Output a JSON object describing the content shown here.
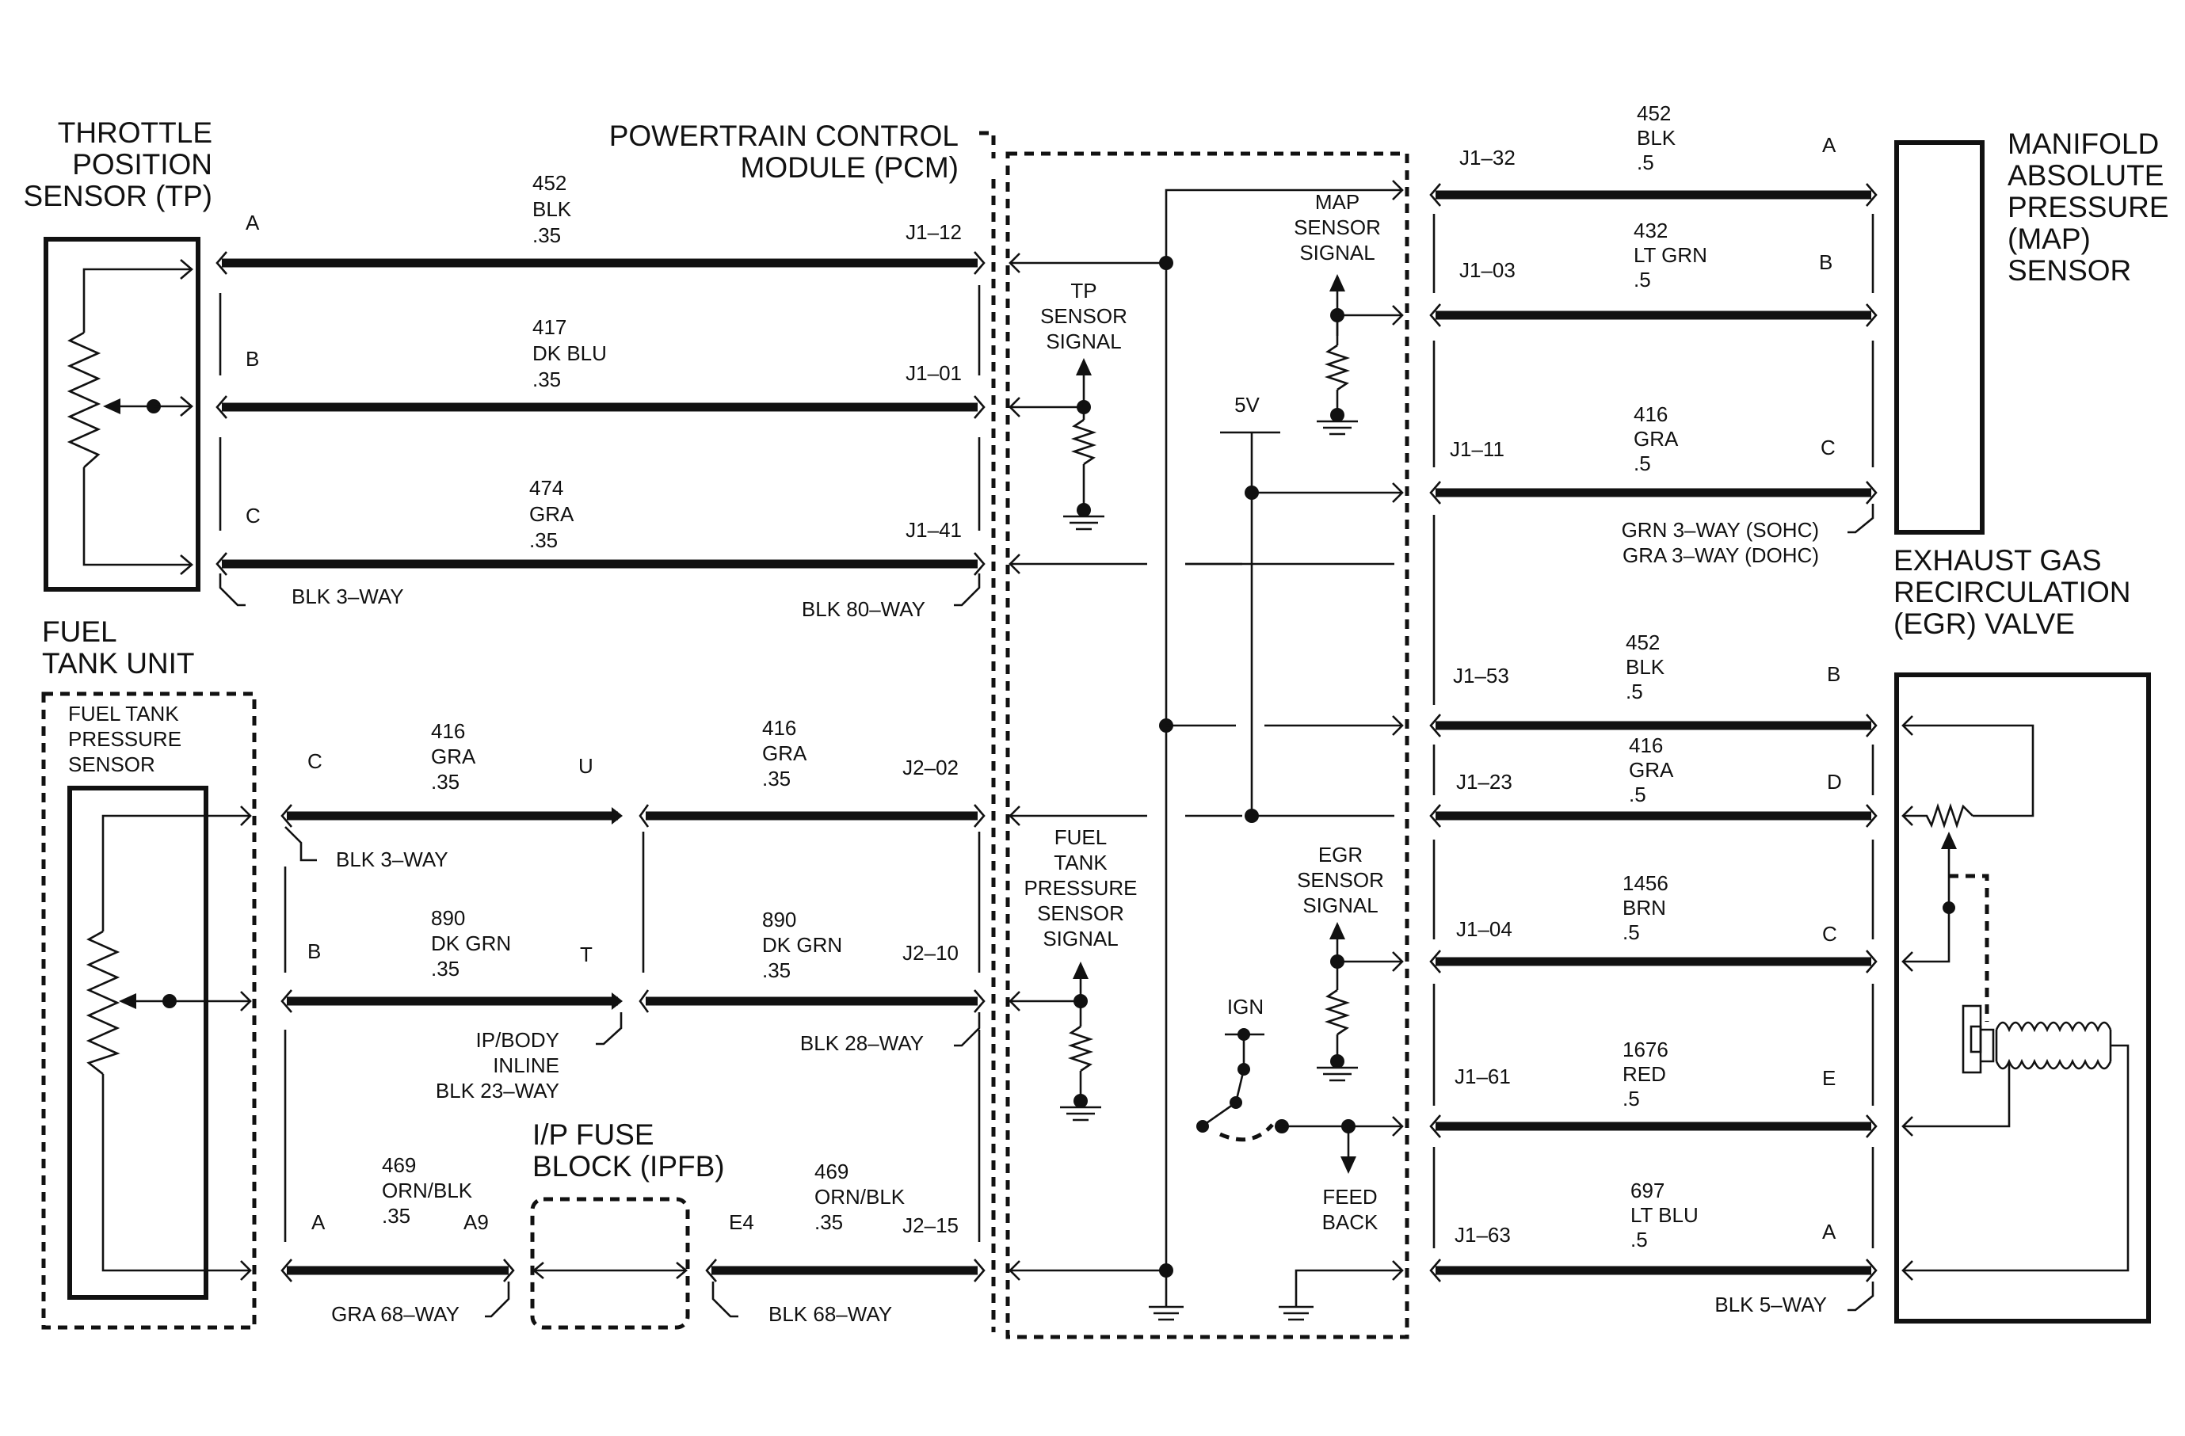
{
  "components": {
    "tp_sensor": "THROTTLE\nPOSITION\nSENSOR (TP)",
    "pcm": "POWERTRAIN CONTROL\nMODULE (PCM)",
    "map_sensor": "MANIFOLD\nABSOLUTE\nPRESSURE\n(MAP)\nSENSOR",
    "egr_valve": "EXHAUST GAS\nRECIRCULATION\n(EGR) VALVE",
    "fuel_tank_unit": "FUEL\nTANK UNIT",
    "fuel_tank_pressure_sensor": "FUEL TANK\nPRESSURE\nSENSOR",
    "ipfb": "I/P FUSE\nBLOCK (IPFB)"
  },
  "pcm_internal": {
    "tp_signal": "TP\nSENSOR\nSIGNAL",
    "map_signal": "MAP\nSENSOR\nSIGNAL",
    "fuel_signal": "FUEL\nTANK\nPRESSURE\nSENSOR\nSIGNAL",
    "egr_signal": "EGR\nSENSOR\nSIGNAL",
    "five_volt": "5V",
    "ign": "IGN",
    "feedback": "FEED\nBACK"
  },
  "left_wires": [
    {
      "pin": "A",
      "circuit": "452\nBLK\n.35",
      "terminal": "J1–12"
    },
    {
      "pin": "B",
      "circuit": "417\nDK BLU\n.35",
      "terminal": "J1–01"
    },
    {
      "pin": "C",
      "circuit": "474\nGRA\n.35",
      "terminal": "J1–41"
    }
  ],
  "fuel_wires": [
    {
      "pin": "C",
      "circuit_a": "416\nGRA\n.35",
      "inline": "U",
      "circuit_b": "416\nGRA\n.35",
      "terminal": "J2–02"
    },
    {
      "pin": "B",
      "circuit_a": "890\nDK GRN\n.35",
      "inline": "T",
      "circuit_b": "890\nDK GRN\n.35",
      "terminal": "J2–10"
    },
    {
      "pin": "A",
      "circuit_a": "469\nORN/BLK\n.35",
      "inline": "A9",
      "fuse_pin": "E4",
      "circuit_b": "469\nORN/BLK\n.35",
      "terminal": "J2–15"
    }
  ],
  "right_wires": [
    {
      "terminal": "J1–32",
      "circuit": "452\nBLK\n.5",
      "pin": "A"
    },
    {
      "terminal": "J1–03",
      "circuit": "432\nLT GRN\n.5",
      "pin": "B"
    },
    {
      "terminal": "J1–11",
      "circuit": "416\nGRA\n.5",
      "pin": "C"
    },
    {
      "terminal": "J1–53",
      "circuit": "452\nBLK\n.5",
      "pin": "B"
    },
    {
      "terminal": "J1–23",
      "circuit": "416\nGRA\n.5",
      "pin": "D"
    },
    {
      "terminal": "J1–04",
      "circuit": "1456\nBRN\n.5",
      "pin": "C"
    },
    {
      "terminal": "J1–61",
      "circuit": "1676\nRED\n.5",
      "pin": "E"
    },
    {
      "terminal": "J1–63",
      "circuit": "697\nLT BLU\n.5",
      "pin": "A"
    }
  ],
  "connectors": {
    "tp_connector": "BLK 3–WAY",
    "pcm_80way": "BLK 80–WAY",
    "fuel_connector": "BLK 3–WAY",
    "ip_body_inline": "IP/BODY\nINLINE\nBLK 23–WAY",
    "pcm_28way": "BLK 28–WAY",
    "gra_68way": "GRA 68–WAY",
    "blk_68way": "BLK 68–WAY",
    "map_connector": "GRN 3–WAY (SOHC)\nGRA 3–WAY (DOHC)",
    "egr_connector": "BLK 5–WAY"
  }
}
